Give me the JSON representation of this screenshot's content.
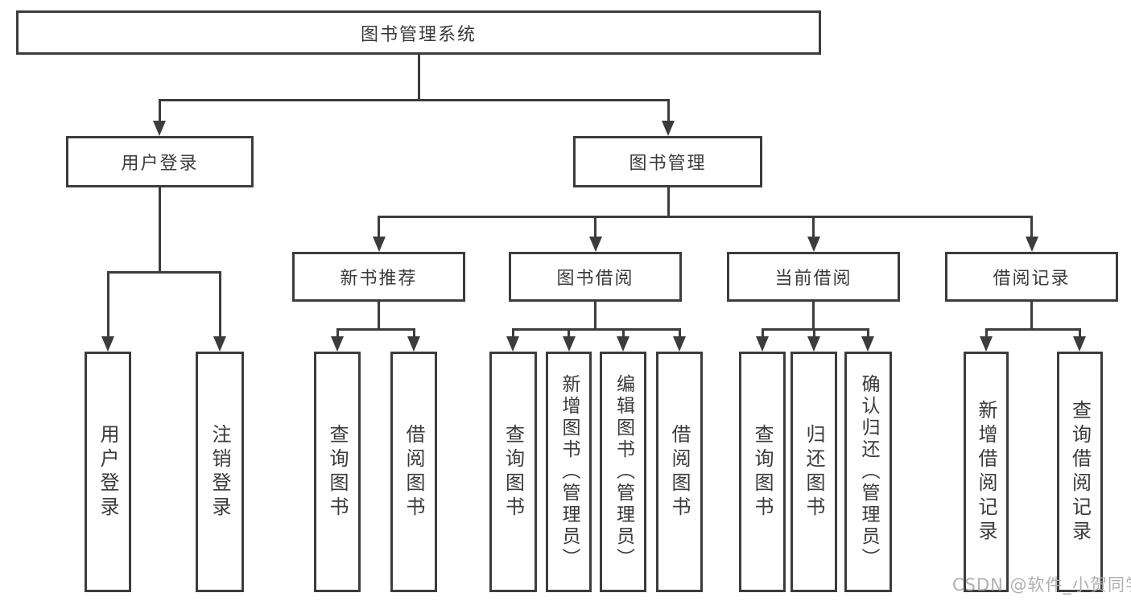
{
  "diagram": {
    "root": {
      "label": "图书管理系统"
    },
    "level2": [
      {
        "label": "用户登录"
      },
      {
        "label": "图书管理"
      }
    ],
    "level3": [
      {
        "label": "新书推荐"
      },
      {
        "label": "图书借阅"
      },
      {
        "label": "当前借阅"
      },
      {
        "label": "借阅记录"
      }
    ],
    "leaves": [
      {
        "label": "用户登录"
      },
      {
        "label": "注销登录"
      },
      {
        "label": "查询图书"
      },
      {
        "label": "借阅图书"
      },
      {
        "label": "查询图书"
      },
      {
        "label": "新增图书（管理员）"
      },
      {
        "label": "编辑图书（管理员）"
      },
      {
        "label": "借阅图书"
      },
      {
        "label": "查询图书"
      },
      {
        "label": "归还图书"
      },
      {
        "label": "确认归还（管理员）"
      },
      {
        "label": "新增借阅记录"
      },
      {
        "label": "查询借阅记录"
      }
    ]
  },
  "watermark": {
    "text": "CSDN @软件_小贺同学"
  },
  "colors": {
    "line": "#3c3c3c",
    "text": "#3a3a3a",
    "watermark": "#acacac",
    "background": "#ffffff"
  }
}
